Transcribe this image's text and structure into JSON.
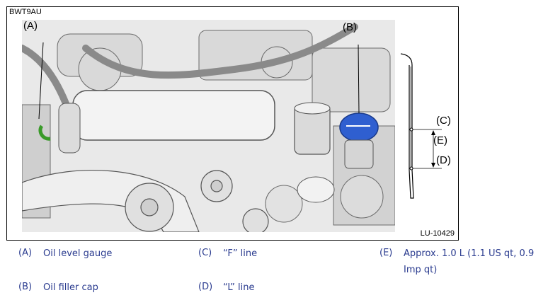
{
  "figure": {
    "id": "BWT9AU",
    "ref": "LU-10429",
    "callouts": {
      "a": "(A)",
      "b": "(B)",
      "c": "(C)",
      "d": "(D)",
      "e": "(E)"
    }
  },
  "legend": [
    {
      "key": "(A)",
      "text": "Oil level gauge"
    },
    {
      "key": "(B)",
      "text": "Oil filler cap"
    },
    {
      "key": "(C)",
      "text": "“F” line"
    },
    {
      "key": "(D)",
      "text": "“L” line"
    },
    {
      "key": "(E)",
      "text": "Approx. 1.0 L (1.1 US qt, 0.9 Imp qt)"
    }
  ],
  "colors": {
    "legend_text": "#2a3b8f",
    "filler_cap": "#2f5fd0",
    "gauge_handle": "#3a9a2a"
  }
}
